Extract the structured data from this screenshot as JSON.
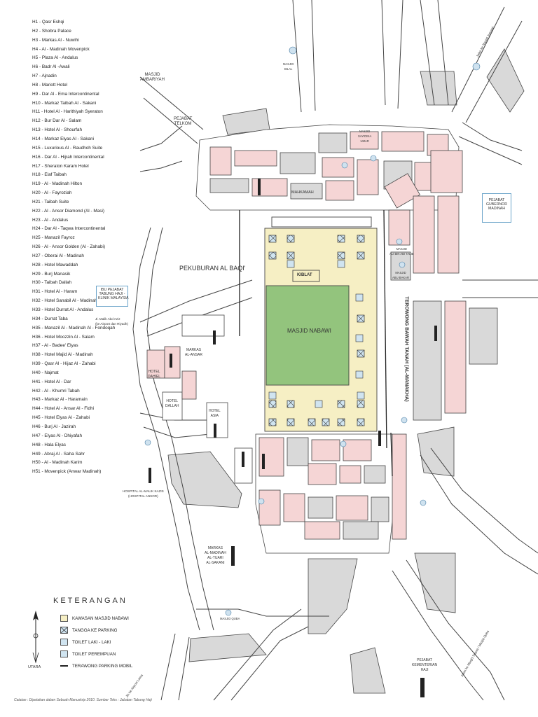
{
  "hotels": [
    "H1  -  Qasr Eshqi",
    "H2  -  Shobra Palace",
    "H3  -  Markas Al - Nuwihi",
    "H4  -  Al - Madinah Movenpick",
    "H5  -  Plaza Al - Andalus",
    "H6  -  Badr Al -Awali",
    "H7  -  Ajnadin",
    "H8  -  Mariott Hotel",
    "H9  -  Dar Al - Ema Intercontinental",
    "H10 -  Markaz Taibah Al - Sakani",
    "H11 -  Hotel Al - Harithiyah Syeraton",
    "H12 -  Bur Dar Al - Salam",
    "H13 -  Hotel Al - Shourfah",
    "H14 -  Markaz Elyas Al - Sakani",
    "H15 -  Luxurious Al - Raudhoh Suite",
    "H16 -  Dar Al - Hijrah Intercontinental",
    "H17 -  Sheraton Karam Hotel",
    "H18 -  Elaf Taibah",
    "H19 -  Al - Madinah Hilton",
    "H20 -  Al - Fayroziah",
    "H21 -  Taibah Suite",
    "H22 -  Al - Ansor Diamond (Al - Masi)",
    "H23 -  Al - Andalus",
    "H24 -  Dar Al - Taqwa Intercontinental",
    "H25 -  Manazil Fayroz",
    "H26 -  Al - Ansor Golden (Al - Zahabi)",
    "H27 -  Oberai Al - Madinah",
    "H28 -  Hotel Mawaddah",
    "H29 -  Burj Manasik",
    "H30 -  Taibah Dallah",
    "H31 -  Hotel Al - Haram",
    "H32 -  Hotel Sanabil Al - Madinah",
    "H33 -  Hotel Durrat Al - Andalus",
    "H34 -  Durrat Taba",
    "H35 -  Manazil Al - Madinah Al - Fondoqah",
    "H36 -  Hotel Moozzin Al - Salam",
    "H37 -  Al - Badee' Elyas",
    "H38 -  Hotel Majid Al - Madinah",
    "H39 -  Qasr Al - Hijaz Al - Zahabi",
    "H40 -  Najmat",
    "H41 -  Hotel Al - Dar",
    "H42 -  Al - Khumri Tabah",
    "H43 -  Markaz Al - Haramain",
    "H44 -  Hotel Al - Ansar Al - Fidhi",
    "H45 -  Hotel Elyas Al - Zahabi",
    "H46 -  Burj Al - Jazirah",
    "H47 -  Elyas Al - Dhiyafah",
    "H48 -  Hala Elyas",
    "H49 -  Abraj Al - Saha Sahr",
    "H50 -  Al - Madinah Karim",
    "H51 -  Movenpick (Anwar Madinah)"
  ],
  "legend": {
    "title": "KETERANGAN",
    "items": [
      "KAWASAN MASJID NABAWI",
      "TANGGA KE PARKING",
      "TOILET LAKI - LAKI",
      "TOILET PEREMPUAN",
      "TERAWONG PARKING MOBIL"
    ],
    "north": "UTARA"
  },
  "labels": {
    "masjid_ambariyah": "MASJID\nAMBARIYAH",
    "pejabat_telkom": "PEJABAT\nTELKOM",
    "pekuburan": "PEKUBURAN AL BAQI'",
    "masjid_nabawi": "MASJID NABAWI",
    "kiblat": "KIBLAT",
    "mahkamah": "MAHKAMAH",
    "tabung_haji": "IBU PEJABAT\nTABUNG HAJI -\nKLINIK MALAYSIA",
    "pejabat_gubernor": "PEJABAT\nGUBERNOR\nMADINAH",
    "terowong": "TEROWONG BAWAH TANAH (AL-MANAKHA)",
    "hotel_dallah": "HOTEL\nDALLAH",
    "hotel_asia": "HOTEL\nASIA",
    "hotel_dahiel": "HOTEL\nDAHIEL",
    "hospital": "HOSPITAL AL-MALIK KAZIS\n(HOSPITAL ANSOR)",
    "markas_ansar": "MARKAS\nAL-ANSAR",
    "markas_tuari": "MARKAS\nAL-MADINAH\nAL-TUARI\nAL-SAKANI",
    "pejabat_kementerian": "PEJABAT\nKEMENTERIAN\nHAJI",
    "jalan_malik": "Jl. Malik Abd Aziz\n(ke Airport dan Riyadh)",
    "ke_airport": "Jln ke Airport Lama",
    "jalan_masjid_quba": "Jalan ke Masjid Taqwa / Masjid Quba",
    "jalan_atas": "Jalan ke Masjid Jumaah",
    "masjid_bilal": "MASJID\nBILAL",
    "masjid_quba_small": "MASJID QUBA",
    "masjid_ali": "MASJID\nALI BIN ABI TALIB",
    "masjid_abu_bakar": "MASJID\nABU BAKAR",
    "masjid_saydina": "MASJID\nSAYIDINA\nUMAR",
    "caption": "Catatan : Dipetakan dalam Sebuah Manuskrip 2010. Sumber Teks : Jabatan Tabung Haji"
  },
  "colors": {
    "mosque_area": "#f6efc4",
    "courtyard": "#93c47d",
    "building_pink": "#f5d5d5",
    "building_grey": "#d9d9d9",
    "road_outline": "#444444",
    "stair_blue": "#d0e4f0"
  }
}
